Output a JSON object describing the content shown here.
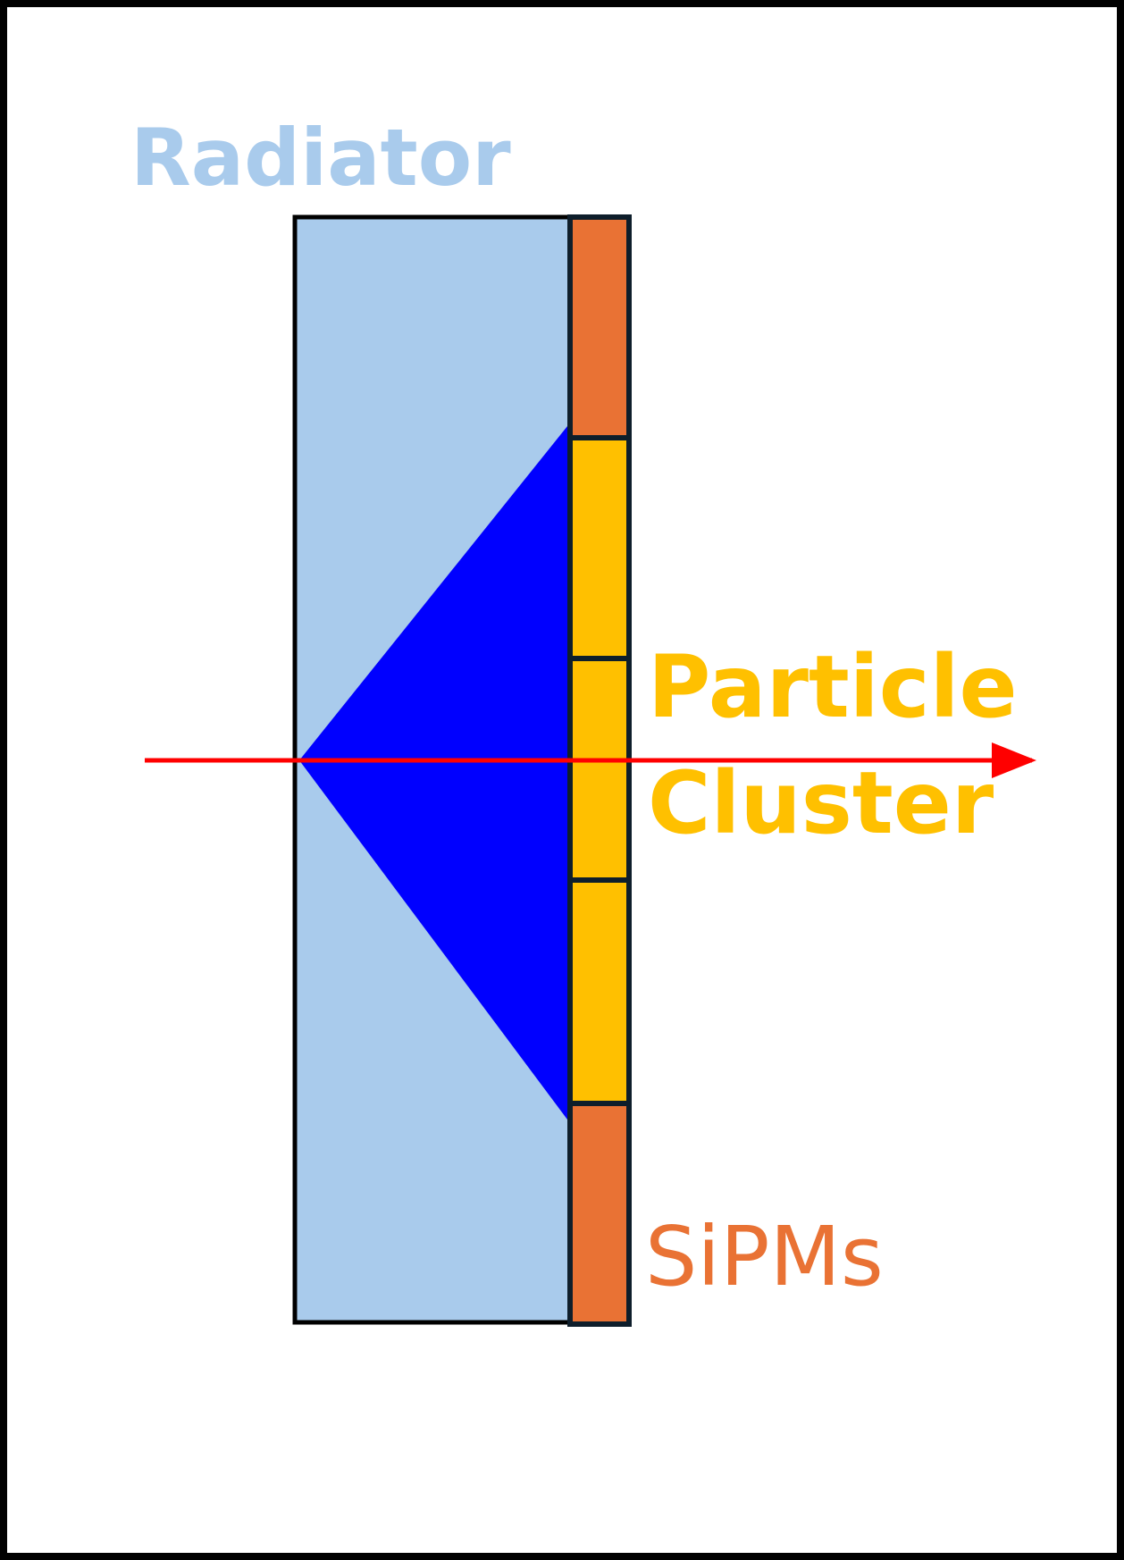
{
  "labels": {
    "radiator": "Radiator",
    "particle": "Particle",
    "cluster": "Cluster",
    "sipms": "SiPMs"
  },
  "colors": {
    "radiator_fill": "#A9CBEC",
    "cone_fill": "#0000FF",
    "sipm_orange": "#E97234",
    "sipm_yellow": "#FFC000",
    "particle_arrow": "#FF0000",
    "outline": "#0E1E2B"
  },
  "sipm_cells": [
    {
      "role": "sipm",
      "color": "#E97234"
    },
    {
      "role": "cluster",
      "color": "#FFC000"
    },
    {
      "role": "cluster",
      "color": "#FFC000"
    },
    {
      "role": "cluster",
      "color": "#FFC000"
    },
    {
      "role": "sipm",
      "color": "#E97234"
    }
  ]
}
